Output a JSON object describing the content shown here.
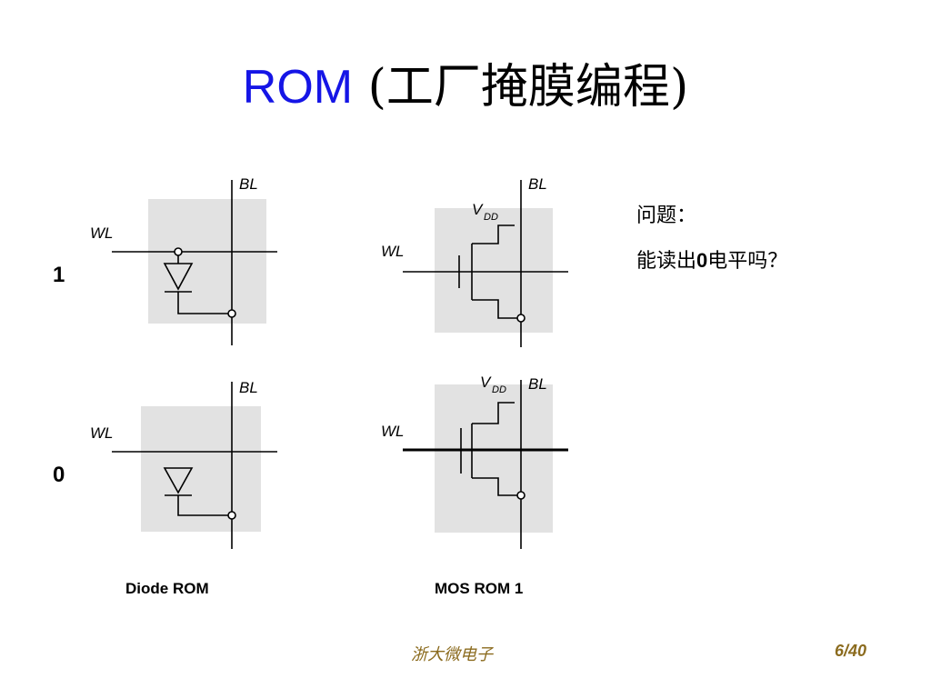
{
  "title": {
    "ascii": "ROM",
    "paren_open": " (",
    "chinese": "工厂掩膜编程",
    "paren_close": ")"
  },
  "labels": {
    "bl": "BL",
    "wl": "WL",
    "vdd_main": "V",
    "vdd_sub": "DD",
    "row_one": "1",
    "row_zero": "0"
  },
  "captions": {
    "diode": "Diode ROM",
    "mos": "MOS ROM 1"
  },
  "question": {
    "line1": "问题：",
    "line2_prefix": "能读出",
    "line2_bold": "0",
    "line2_suffix": "电平吗？"
  },
  "footer": {
    "org": "浙大微电子",
    "page": "6/40"
  },
  "colors": {
    "title_accent": "#1515e6",
    "footer": "#8b6b1e",
    "cell_bg": "#e2e2e2"
  }
}
